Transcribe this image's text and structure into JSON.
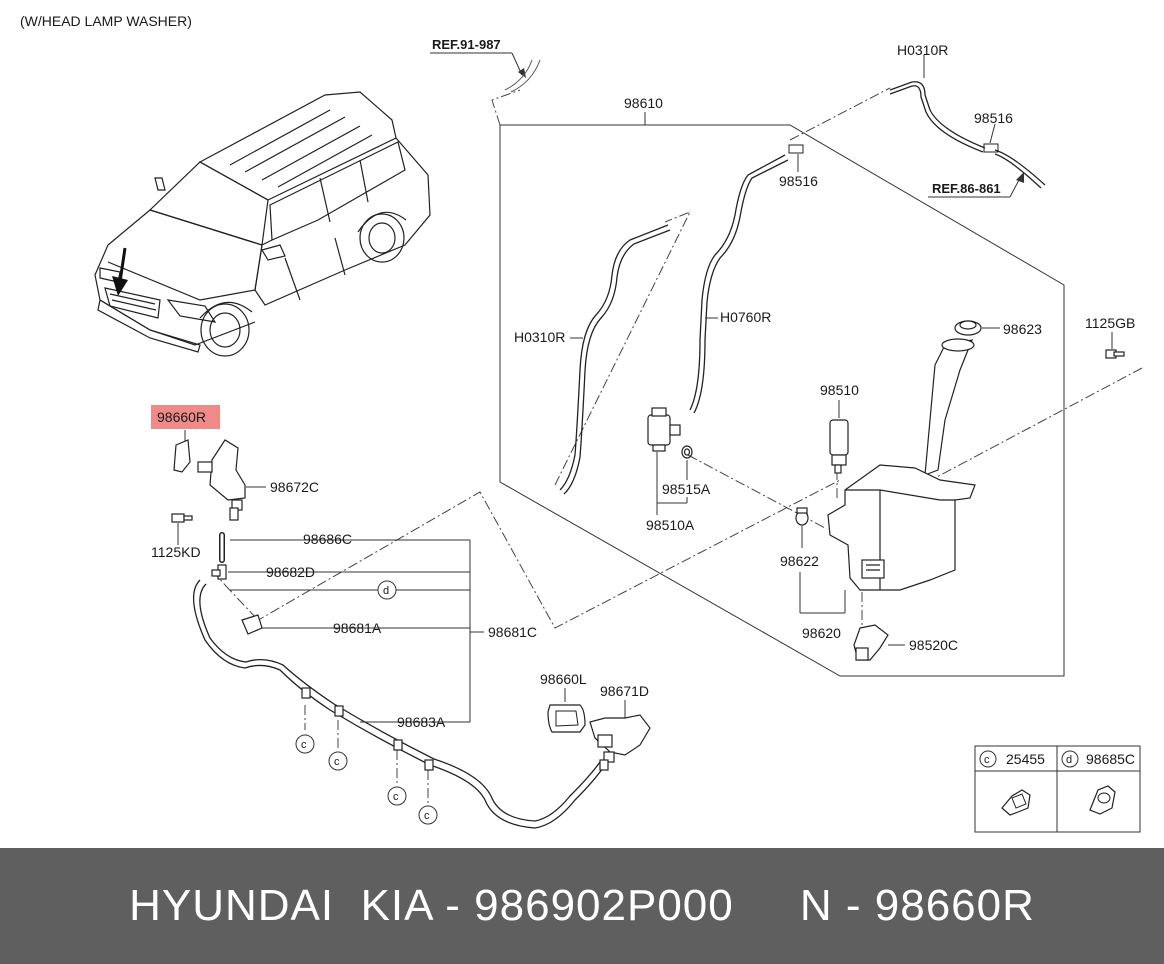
{
  "header": {
    "note": "(W/HEAD LAMP WASHER)"
  },
  "refs": {
    "ref_top": "REF.91-987",
    "ref_right": "REF.86-861"
  },
  "labels": {
    "p98610": "98610",
    "h0310r_top": "H0310R",
    "p98516_right": "98516",
    "p98516_mid": "98516",
    "h0310r_left": "H0310R",
    "h0760r": "H0760R",
    "p98623": "98623",
    "p1125gb": "1125GB",
    "p98510": "98510",
    "p98515a": "98515A",
    "p98510a": "98510A",
    "p98622": "98622",
    "p98620": "98620",
    "p98520c": "98520C",
    "p98660r": "98660R",
    "p98672c": "98672C",
    "p1125kd": "1125KD",
    "p98686c": "98686C",
    "p98682d": "98682D",
    "p98681a": "98681A",
    "p98681c": "98681C",
    "p98683a": "98683A",
    "p98660l": "98660L",
    "p98671d": "98671D"
  },
  "callouts": {
    "c": "c",
    "d": "d"
  },
  "highlight_color": "#f08a8a",
  "legend": {
    "c_letter": "c",
    "c_part": "25455",
    "d_letter": "d",
    "d_part": "98685C"
  },
  "footer": {
    "brand": "HYUNDAI  KIA - 986902P000",
    "part": "N - 98660R"
  }
}
